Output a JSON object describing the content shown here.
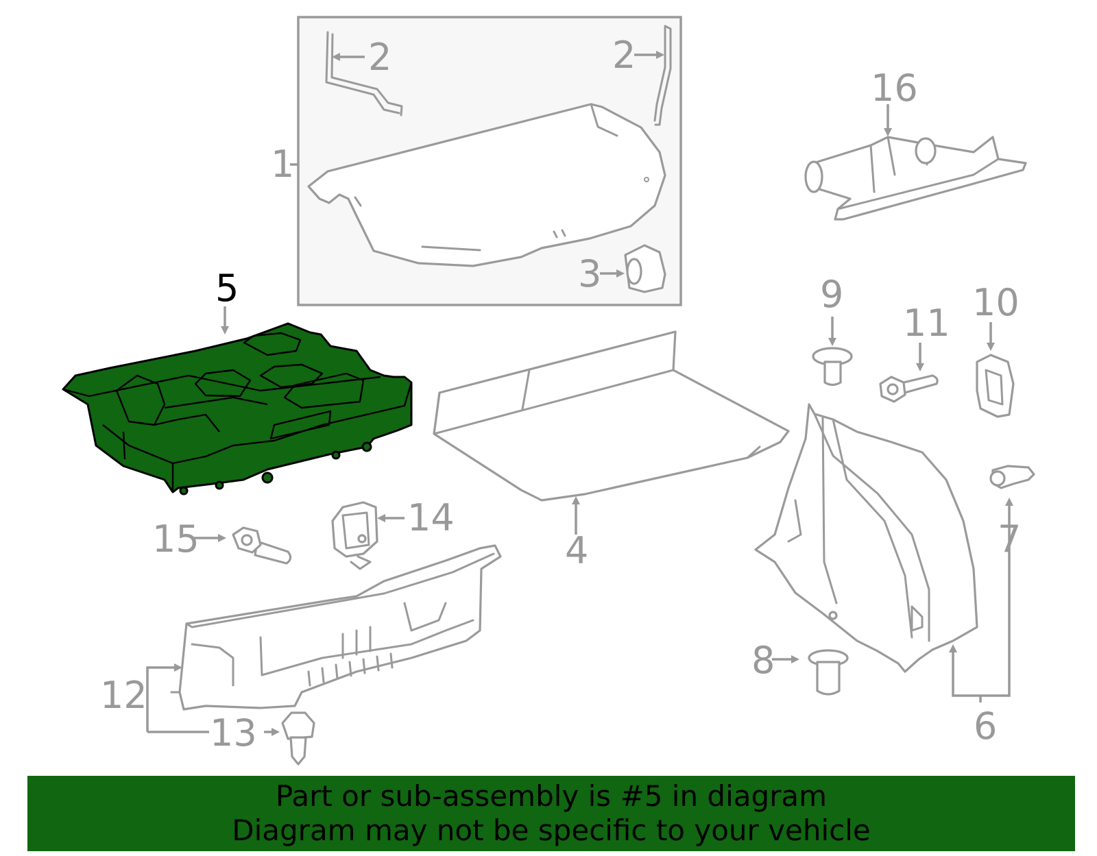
{
  "diagram": {
    "callouts": {
      "c1": "1",
      "c2a": "2",
      "c2b": "2",
      "c3": "3",
      "c4": "4",
      "c5": "5",
      "c6": "6",
      "c7": "7",
      "c8": "8",
      "c9": "9",
      "c10": "10",
      "c11": "11",
      "c12": "12",
      "c13": "13",
      "c14": "14",
      "c15": "15",
      "c16": "16"
    },
    "highlighted_part": "5",
    "colors": {
      "highlight_fill": "#116611",
      "line_gray": "#999999",
      "inset_background": "#f7f7f7"
    }
  },
  "banner": {
    "line1": "Part or sub-assembly is #5 in diagram",
    "line2": "Diagram may not be specific to your vehicle"
  }
}
